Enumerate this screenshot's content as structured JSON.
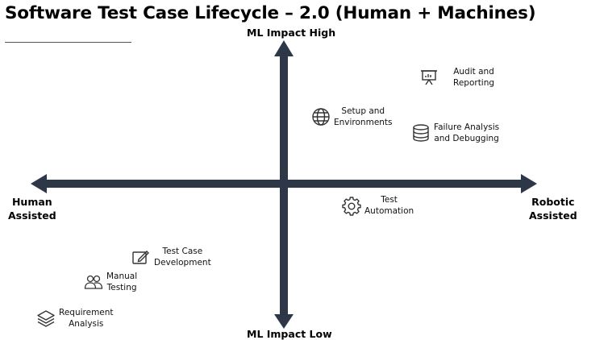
{
  "title": "Software Test Case Lifecycle – 2.0 (Human + Machines)",
  "colors": {
    "axis": "#2d3748",
    "icon": "#333333",
    "text": "#111111"
  },
  "axes": {
    "top": "ML Impact High",
    "bottom": "ML Impact Low",
    "left": "Human\nAssisted",
    "right": "Robotic\nAssisted"
  },
  "items": {
    "audit": {
      "label": "Audit and\nReporting",
      "icon": "presentation-icon"
    },
    "setup": {
      "label": "Setup and\nEnvironments",
      "icon": "globe-icon"
    },
    "failure": {
      "label": "Failure Analysis\nand Debugging",
      "icon": "database-icon"
    },
    "automation": {
      "label": "Test\nAutomation",
      "icon": "gear-icon"
    },
    "development": {
      "label": "Test Case\nDevelopment",
      "icon": "edit-icon"
    },
    "manual": {
      "label": "Manual\nTesting",
      "icon": "users-icon"
    },
    "requirement": {
      "label": "Requirement\nAnalysis",
      "icon": "layers-icon"
    }
  }
}
